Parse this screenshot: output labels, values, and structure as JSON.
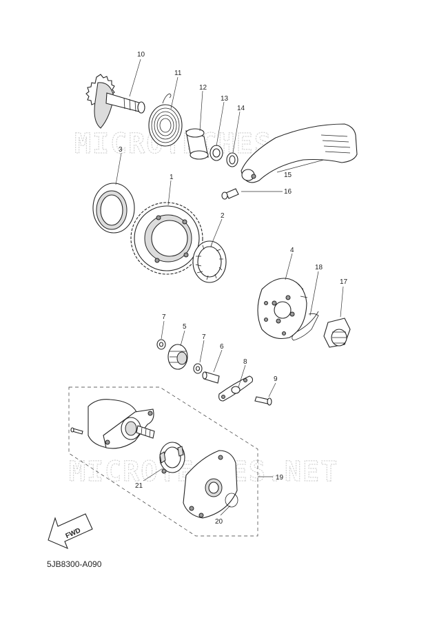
{
  "watermark": "MICROTECHES.NET",
  "diagram_code": "5JB8300-A090",
  "fwd_label": "FWD",
  "part_labels": {
    "p1": "1",
    "p2": "2",
    "p3": "3",
    "p4": "4",
    "p5": "5",
    "p6": "6",
    "p7a": "7",
    "p7b": "7",
    "p8": "8",
    "p9": "9",
    "p10": "10",
    "p11": "11",
    "p12": "12",
    "p13": "13",
    "p14": "14",
    "p15": "15",
    "p16": "16",
    "p17": "17",
    "p18": "18",
    "p19": "19",
    "p20": "20",
    "p21": "21"
  }
}
